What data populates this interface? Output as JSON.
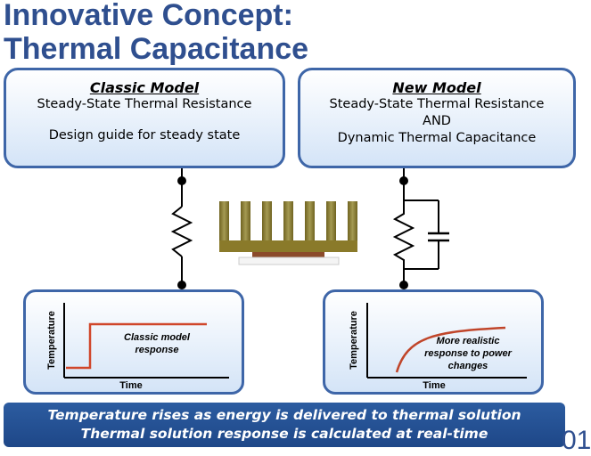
{
  "title": {
    "line1": "Innovative Concept:",
    "line2": "Thermal Capacitance"
  },
  "classic_model": {
    "heading": "Classic Model",
    "line1": "Steady-State Thermal Resistance",
    "line2": "Design guide for steady state"
  },
  "new_model": {
    "heading": "New Model",
    "line1": "Steady-State Thermal Resistance",
    "line2": "AND",
    "line3": "Dynamic Thermal Capacitance"
  },
  "classic_graph": {
    "ylabel": "Temperature",
    "xlabel": "Time",
    "response_label_1": "Classic model",
    "response_label_2": "response"
  },
  "new_graph": {
    "ylabel": "Temperature",
    "xlabel": "Time",
    "response_label_1": "More realistic",
    "response_label_2": "response to power",
    "response_label_3": "changes"
  },
  "banner": {
    "line1": "Temperature rises as energy is delivered to thermal solution",
    "line2": "Thermal solution response is calculated at real-time"
  },
  "corner_text": "01",
  "colors": {
    "title": "#2f4f8f",
    "box_border": "#3e66a8",
    "response_curve": "#c0452a",
    "heatsink": "#8a7a2a",
    "banner": "#2c5ca0"
  }
}
